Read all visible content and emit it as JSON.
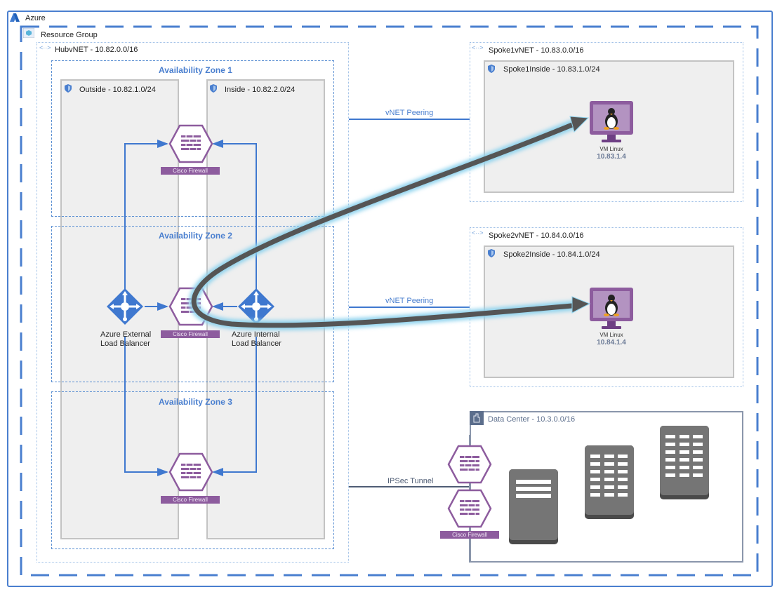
{
  "azure": {
    "label": "Azure",
    "icon": "azure-logo-icon"
  },
  "resource_group": {
    "label": "Resource Group",
    "icon": "resource-group-icon"
  },
  "hub_vnet": {
    "label": "HubvNET - 10.82.0.0/16",
    "icon": "vnet-icon",
    "subnets": [
      {
        "label": "Outside - 10.82.1.0/24",
        "icon": "shield-icon"
      },
      {
        "label": "Inside - 10.82.2.0/24",
        "icon": "shield-icon"
      }
    ],
    "zones": [
      {
        "label": "Availability Zone 1"
      },
      {
        "label": "Availability Zone 2"
      },
      {
        "label": "Availability Zone 3"
      }
    ],
    "firewalls": [
      {
        "label": "Cisco Firewall"
      },
      {
        "label": "Cisco Firewall"
      },
      {
        "label": "Cisco Firewall"
      }
    ],
    "load_balancers": [
      {
        "label_line1": "Azure External",
        "label_line2": "Load Balancer"
      },
      {
        "label_line1": "Azure Internal",
        "label_line2": "Load Balancer"
      }
    ]
  },
  "links": {
    "peering1": "vNET Peering",
    "peering2": "vNET Peering",
    "ipsec": "IPSec Tunnel"
  },
  "spoke1": {
    "label": "Spoke1vNET - 10.83.0.0/16",
    "subnet_label": "Spoke1Inside - 10.83.1.0/24",
    "vm_label": "VM Linux",
    "vm_ip": "10.83.1.4"
  },
  "spoke2": {
    "label": "Spoke2vNET - 10.84.0.0/16",
    "subnet_label": "Spoke2Inside - 10.84.1.0/24",
    "vm_label": "VM Linux",
    "vm_ip": "10.84.1.4"
  },
  "datacenter": {
    "label": "Data Center - 10.3.0.0/16",
    "icon": "building-icon",
    "firewall_label": "Cisco Firewall",
    "servers": [
      "server-icon",
      "server-rack-icon",
      "server-rack-icon"
    ]
  },
  "colors": {
    "azure_blue": "#4a7fcf",
    "firewall_purple": "#8d5c9e",
    "arrow_gray": "#555555",
    "glow": "#8fd3ee"
  }
}
